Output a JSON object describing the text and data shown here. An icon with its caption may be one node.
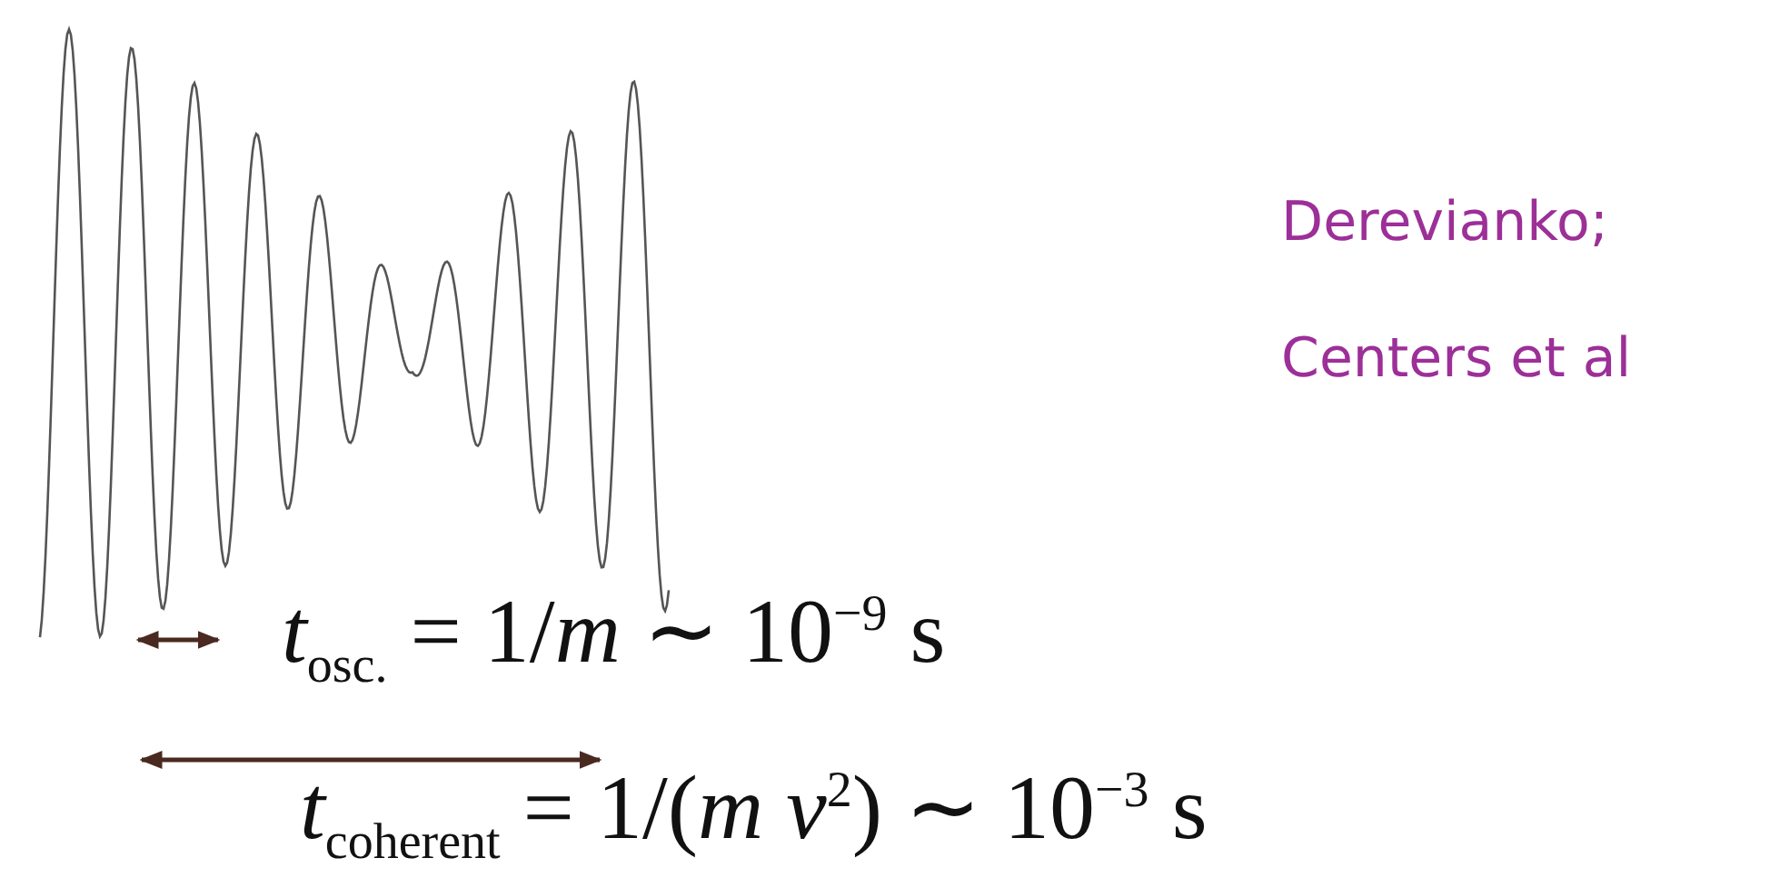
{
  "diagram": {
    "labels": [
      "Derevianko;",
      "Centers et al",
      "*t*$_{osc.}$ = 1/*m* ∼ 10$^{−9}$ s",
      "*t*$_{coherent}$ = 1/(*m v*$^{2}$) ∼ 10$^{−3}$ s"
    ]
  }
}
